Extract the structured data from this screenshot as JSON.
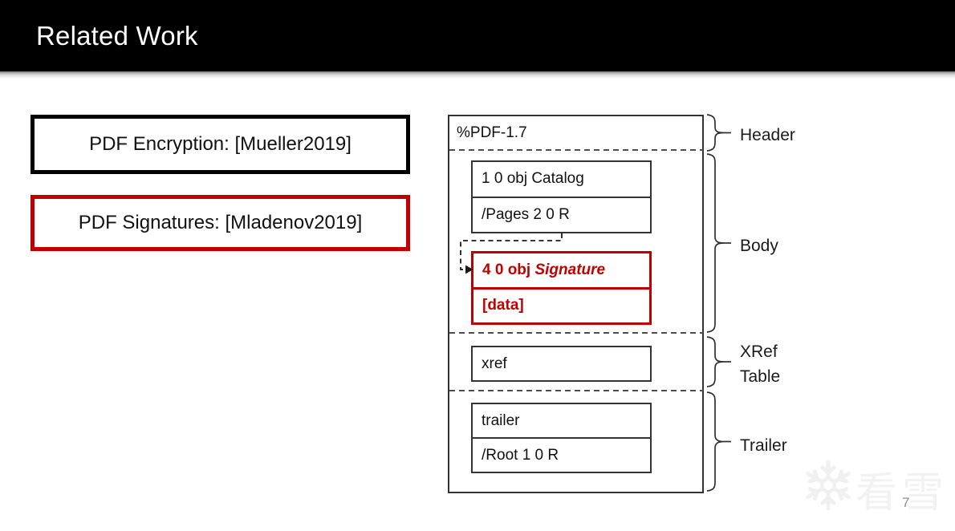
{
  "title_bar": {
    "title": "Related Work"
  },
  "reference_boxes": [
    {
      "label": "PDF Encryption: [Mueller2019]"
    },
    {
      "label": "PDF Signatures: [Mladenov2019]"
    }
  ],
  "pdf_diagram": {
    "header_text": "%PDF-1.7",
    "catalog_object": {
      "row1": "1 0 obj Catalog",
      "row2": "/Pages 2 0 R"
    },
    "signature_object": {
      "row1_prefix": "4 0 obj ",
      "row1_emphasis": "Signature",
      "row2": "[data]"
    },
    "xref_object": {
      "row1": "xref"
    },
    "trailer_object": {
      "row1": "trailer",
      "row2": "/Root 1 0 R"
    },
    "section_labels": {
      "header": "Header",
      "body": "Body",
      "xref": "XRef Table",
      "trailer": "Trailer"
    }
  },
  "watermark": {
    "text": "看雪",
    "icon": "snowflake-icon"
  },
  "footer": {
    "page_number": "7"
  },
  "colors": {
    "accent_red": "#c00000",
    "title_bg": "#000000",
    "line": "#333333"
  }
}
